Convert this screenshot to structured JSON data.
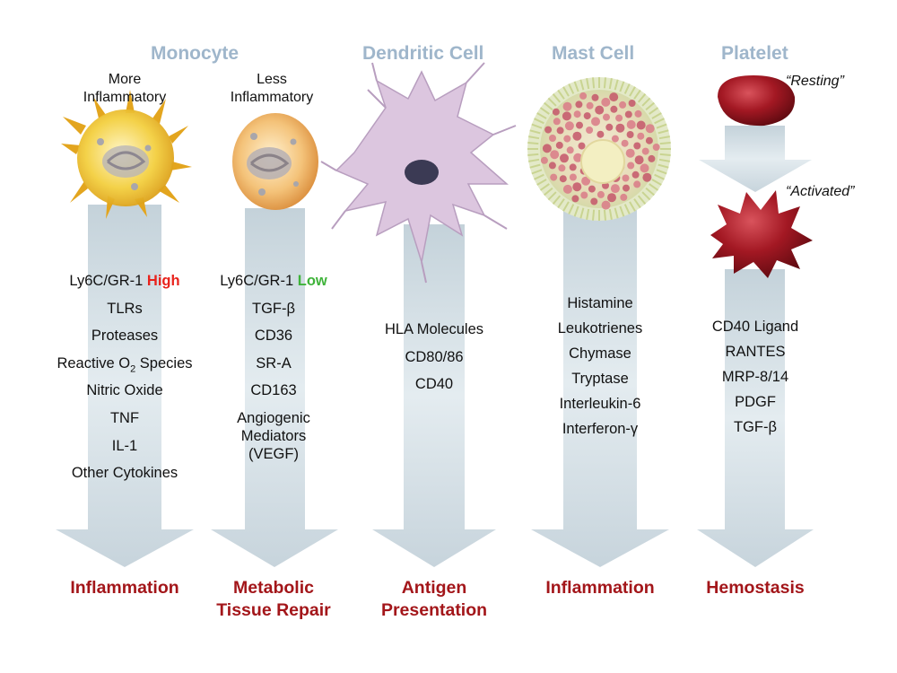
{
  "columns": {
    "monocyte": {
      "header": "Monocyte",
      "more": {
        "label_line1": "More",
        "label_line2": "Inflammatory",
        "markers": [
          "Ly6C/GR-1",
          "TLRs",
          "Proteases",
          "Reactive O",
          "Nitric Oxide",
          "TNF",
          "IL-1",
          "Other Cytokines"
        ],
        "marker1_level": "High",
        "reactive_subscript": "2",
        "reactive_suffix": " Species",
        "outcome": "Inflammation"
      },
      "less": {
        "label_line1": "Less",
        "label_line2": "Inflammatory",
        "markers": [
          "Ly6C/GR-1",
          "TGF-β",
          "CD36",
          "SR-A",
          "CD163"
        ],
        "marker1_level": "Low",
        "extra_lines": [
          "Angiogenic",
          "Mediators",
          "(VEGF)"
        ],
        "outcome_line1": "Metabolic",
        "outcome_line2": "Tissue Repair"
      }
    },
    "dendritic": {
      "header": "Dendritic Cell",
      "markers": [
        "HLA Molecules",
        "CD80/86",
        "CD40"
      ],
      "outcome_line1": "Antigen",
      "outcome_line2": "Presentation"
    },
    "mast": {
      "header": "Mast Cell",
      "markers": [
        "Histamine",
        "Leukotrienes",
        "Chymase",
        "Tryptase",
        "Interleukin-6",
        "Interferon-γ"
      ],
      "outcome": "Inflammation"
    },
    "platelet": {
      "header": "Platelet",
      "resting": "“Resting”",
      "activated": "“Activated”",
      "markers": [
        "CD40 Ligand",
        "RANTES",
        "MRP-8/14",
        "PDGF",
        "TGF-β"
      ],
      "outcome": "Hemostasis"
    }
  },
  "colors": {
    "header": "#9fb6cb",
    "outcome": "#a3161a",
    "high": "#e8231c",
    "low": "#3fb33a",
    "arrow": "#d4dee4"
  }
}
